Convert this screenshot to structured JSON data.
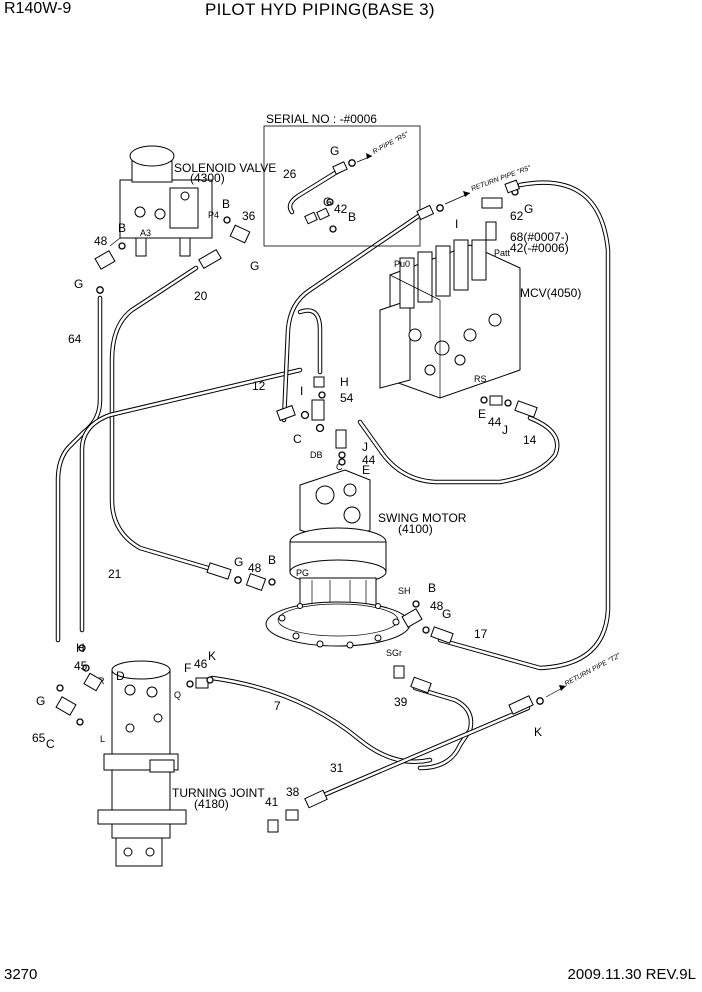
{
  "header": {
    "model": "R140W-9",
    "title": "PILOT HYD PIPING(BASE 3)"
  },
  "footer": {
    "page": "3270",
    "revision": "2009.11.30  REV.9L"
  },
  "inset": {
    "serial": "SERIAL NO : -#0006",
    "rpipe": "R-PIPE \"R5\""
  },
  "components": {
    "solenoid_valve": [
      "SOLENOID VALVE",
      "(4300)"
    ],
    "mcv": "MCV(4050)",
    "swing_motor": [
      "SWING MOTOR",
      "(4100)"
    ],
    "turning_joint": [
      "TURNING JOINT",
      "(4180)"
    ]
  },
  "arrows": {
    "return_r5": "RETURN PIPE \"R5\"",
    "return_t2": "RETURN PIPE \"T2\""
  },
  "ports": {
    "a3": "A3",
    "p4": "P4",
    "pu0": "Pu0",
    "patt": "Patt",
    "rs": "RS",
    "db": "DB",
    "c": "C",
    "pg": "PG",
    "sh": "SH",
    "sgr": "SGr",
    "l": "L",
    "r": "R",
    "q": "Q"
  },
  "callouts": {
    "g_inset": "G",
    "n26": "26",
    "g_inset2": "G",
    "n42_inset": "42",
    "b_inset": "B",
    "i_top": "I",
    "n62": "62",
    "g62": "G",
    "n68": "68(#0007-)",
    "n42b": "42(-#0006)",
    "b_sol": "B",
    "n48_sol": "48",
    "b_sol2": "B",
    "n36": "36",
    "g_sol": "G",
    "g_left": "G",
    "n20": "20",
    "n64": "64",
    "n12": "12",
    "i_mid": "I",
    "h_mid": "H",
    "n54": "54",
    "c_mid": "C",
    "j_mid": "J",
    "n44_mid": "44",
    "e_mid": "E",
    "e_rs": "E",
    "n44_rs": "44",
    "j_rs": "J",
    "n14": "14",
    "n21": "21",
    "g_sw": "G",
    "n48_sw": "48",
    "b_sw": "B",
    "b_sh": "B",
    "n48_sh": "48",
    "g_sh": "G",
    "n17": "17",
    "h_tj": "H",
    "n45": "45",
    "d_tj": "D",
    "g_tj": "G",
    "n65": "65",
    "c_tj": "C",
    "f_tj": "F",
    "n46": "46",
    "k_tj": "K",
    "n7": "7",
    "n39": "39",
    "k_ret": "K",
    "n31": "31",
    "n41": "41",
    "n38": "38"
  }
}
